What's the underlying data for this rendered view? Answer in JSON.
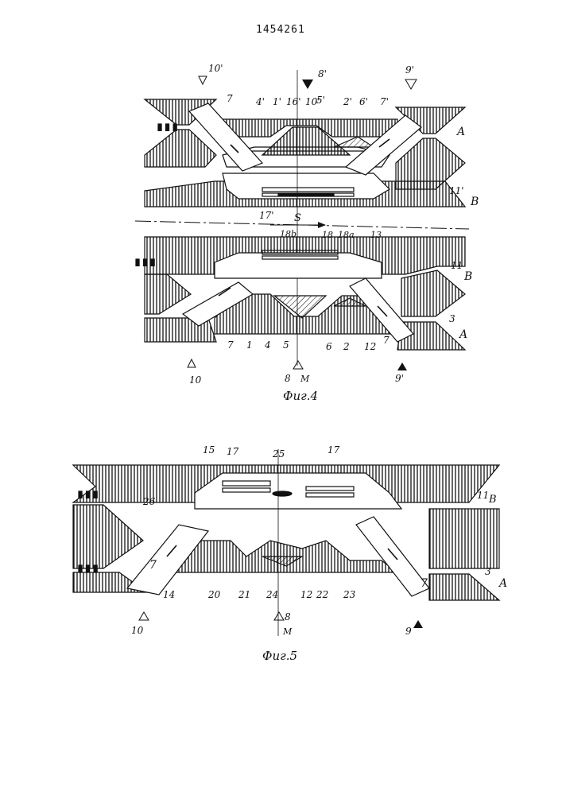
{
  "document": {
    "number": "1454261"
  },
  "figures": [
    {
      "caption": "Фиг.4",
      "labels": [
        "10'",
        "8'",
        "9'",
        "7",
        "4'",
        "1'",
        "16'",
        "10'",
        "5'",
        "2'",
        "6'",
        "7'",
        "A",
        "11'",
        "B",
        "17'",
        "S",
        "18b",
        "18",
        "18a",
        "13",
        "11",
        "B",
        "3",
        "A",
        "7",
        "1",
        "4",
        "5",
        "6",
        "2",
        "12",
        "7",
        "10",
        "8",
        "M",
        "9'"
      ]
    },
    {
      "caption": "Фиг.5",
      "labels": [
        "15",
        "17",
        "25",
        "17",
        "26",
        "11",
        "B",
        "7",
        "7",
        "3",
        "A",
        "14",
        "20",
        "21",
        "24",
        "12",
        "22",
        "23",
        "8",
        "M",
        "10",
        "9"
      ]
    }
  ]
}
